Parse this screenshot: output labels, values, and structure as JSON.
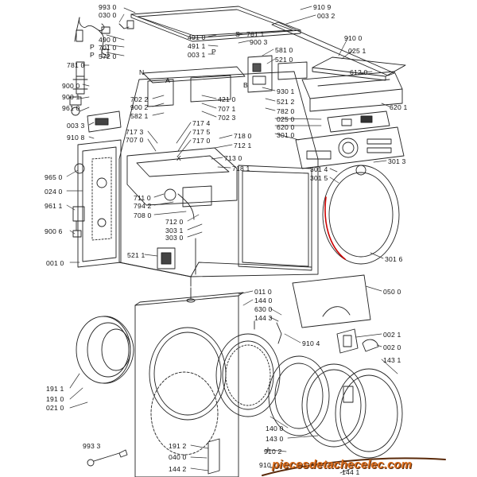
{
  "image": {
    "background": "#ffffff",
    "line_color": "#222222",
    "part_labels": [
      {
        "id": "l1",
        "text": "993 0"
      },
      {
        "id": "l2",
        "text": "030 0"
      },
      {
        "id": "l3",
        "text": "490 0"
      },
      {
        "id": "l4",
        "text": "701 0"
      },
      {
        "id": "l5",
        "text": "572 0"
      },
      {
        "id": "l6",
        "text": "781 0"
      },
      {
        "id": "l7",
        "text": "900 0"
      },
      {
        "id": "l8",
        "text": "900 1"
      },
      {
        "id": "l9",
        "text": "961 0"
      },
      {
        "id": "l10",
        "text": "003 3"
      },
      {
        "id": "l11",
        "text": "910 8"
      },
      {
        "id": "l12",
        "text": "965 0"
      },
      {
        "id": "l13",
        "text": "024 0"
      },
      {
        "id": "l14",
        "text": "961 1"
      },
      {
        "id": "l15",
        "text": "900 6"
      },
      {
        "id": "l16",
        "text": "001 0"
      },
      {
        "id": "l17",
        "text": "491 0"
      },
      {
        "id": "l18",
        "text": "491 1"
      },
      {
        "id": "l19",
        "text": "003 1"
      },
      {
        "id": "l20",
        "text": "781 1"
      },
      {
        "id": "l21",
        "text": "900 3"
      },
      {
        "id": "l22",
        "text": "910 9"
      },
      {
        "id": "l23",
        "text": "003 2"
      },
      {
        "id": "l24",
        "text": "910 0"
      },
      {
        "id": "l25",
        "text": "025 1"
      },
      {
        "id": "l26",
        "text": "612 0"
      },
      {
        "id": "l27",
        "text": "620 1"
      },
      {
        "id": "l28",
        "text": "581 0"
      },
      {
        "id": "l29",
        "text": "521 0"
      },
      {
        "id": "l30",
        "text": "930 1"
      },
      {
        "id": "l31",
        "text": "521 2"
      },
      {
        "id": "l32",
        "text": "782 0"
      },
      {
        "id": "l33",
        "text": "025 0"
      },
      {
        "id": "l34",
        "text": "620 0"
      },
      {
        "id": "l35",
        "text": "301 0"
      },
      {
        "id": "l36",
        "text": "421 0"
      },
      {
        "id": "l37",
        "text": "707 1"
      },
      {
        "id": "l38",
        "text": "702 3"
      },
      {
        "id": "l39",
        "text": "702 2"
      },
      {
        "id": "l40",
        "text": "900 2"
      },
      {
        "id": "l41",
        "text": "582 1"
      },
      {
        "id": "l42",
        "text": "717 4"
      },
      {
        "id": "l43",
        "text": "717 3"
      },
      {
        "id": "l44",
        "text": "717 5"
      },
      {
        "id": "l45",
        "text": "707 0"
      },
      {
        "id": "l46",
        "text": "717 0"
      },
      {
        "id": "l47",
        "text": "718 0"
      },
      {
        "id": "l48",
        "text": "712 1"
      },
      {
        "id": "l49",
        "text": "713 0"
      },
      {
        "id": "l50",
        "text": "718 1"
      },
      {
        "id": "l51",
        "text": "711 0"
      },
      {
        "id": "l52",
        "text": "794 2"
      },
      {
        "id": "l53",
        "text": "708 0"
      },
      {
        "id": "l54",
        "text": "712 0"
      },
      {
        "id": "l55",
        "text": "303 1"
      },
      {
        "id": "l56",
        "text": "303 0"
      },
      {
        "id": "l57",
        "text": "521 1"
      },
      {
        "id": "l58",
        "text": "301 3"
      },
      {
        "id": "l59",
        "text": "301 4"
      },
      {
        "id": "l60",
        "text": "301 5"
      },
      {
        "id": "l61",
        "text": "301 6"
      },
      {
        "id": "l62",
        "text": "011 0"
      },
      {
        "id": "l63",
        "text": "144 0"
      },
      {
        "id": "l64",
        "text": "630 0"
      },
      {
        "id": "l65",
        "text": "144 3"
      },
      {
        "id": "l66",
        "text": "050 0"
      },
      {
        "id": "l67",
        "text": "910 4"
      },
      {
        "id": "l68",
        "text": "002 1"
      },
      {
        "id": "l69",
        "text": "002 0"
      },
      {
        "id": "l70",
        "text": "143 1"
      },
      {
        "id": "l71",
        "text": "191 1"
      },
      {
        "id": "l72",
        "text": "191 0"
      },
      {
        "id": "l73",
        "text": "021 0"
      },
      {
        "id": "l74",
        "text": "140 0"
      },
      {
        "id": "l75",
        "text": "143 0"
      },
      {
        "id": "l76",
        "text": "993 3"
      },
      {
        "id": "l77",
        "text": "191 2"
      },
      {
        "id": "l78",
        "text": "040 0"
      },
      {
        "id": "l79",
        "text": "144 2"
      },
      {
        "id": "l80",
        "text": "910 2"
      },
      {
        "id": "l81",
        "text": "910 1"
      },
      {
        "id": "l82",
        "text": "144 1"
      }
    ],
    "callout_letters": [
      {
        "id": "c1",
        "text": "P"
      },
      {
        "id": "c2",
        "text": "P"
      },
      {
        "id": "c3",
        "text": "N"
      },
      {
        "id": "c4",
        "text": "A"
      },
      {
        "id": "c5",
        "text": "S"
      },
      {
        "id": "c6",
        "text": "B"
      },
      {
        "id": "c7",
        "text": "X"
      },
      {
        "id": "c8",
        "text": "P"
      }
    ],
    "watermark": {
      "text": "piecesdetachecelec.com",
      "color": "#d96b1a",
      "shadow": "#5a2a0a"
    }
  }
}
